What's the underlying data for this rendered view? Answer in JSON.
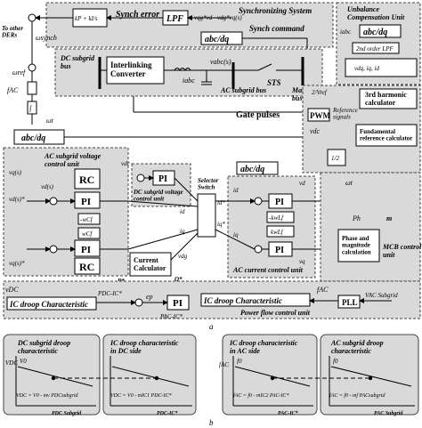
{
  "top_sections": {
    "synchronizing_system": "Synchronizing System",
    "unbalance_unit": "Unbalance\nCompensation Unit",
    "synch_error": "Synch error",
    "synch_command": "Synch command",
    "to_other_ders": "To other\nDERs",
    "omega_synch": "ωsynch",
    "omega_ref": "ωref",
    "omega_t": "ωt",
    "f_ac": "fAC",
    "pi_gain": "kP + kI/s",
    "lpf": "LPF",
    "vq_expr": "vqg*vd - vdg*vq(s)",
    "vdq_label": "vd  vq",
    "vg_label": "vg",
    "abc_dq": "abc/dq",
    "dc_bus": "DC subgrid\nbus",
    "interlinking": "Interlinking\nConverter",
    "vabc": "vabc(s)",
    "iabc": "iabc",
    "sts": "STS",
    "ac_bus": "AC subgrid bus",
    "main_grid": "Main grid\nbus",
    "gate_pulses": "Gate pulses",
    "pwm": "PWM",
    "ref_signals": "Reference\nsignals",
    "vdc": "vdc",
    "harmonic_calc": "3rd harmonic\ncalculator",
    "fundamental": "Fundamental\nreference calculator",
    "unb_abcdq": "abc/dq",
    "second_order_lpf": "2nd order LPF",
    "i_sub_abc": "iabc",
    "unb_formula": "vdq, iq, id",
    "v2_vref": "2/Vref"
  },
  "left_block": {
    "title": "AC subgrid voltage\ncontrol unit",
    "rc": "RC",
    "pi": "PI",
    "wcf": "-wCf",
    "wcf_pos": "wCf",
    "vq_s": "vq(s)",
    "vd_s": "vd(s)",
    "vd_ref": "vd(s)*",
    "vq_ref": "vq(s)*"
  },
  "dc_control": {
    "title": "DC subgrid voltage\ncontrol unit",
    "pi": "PI",
    "vdc": "vdc",
    "vdc_ref": "vdc*"
  },
  "selector": {
    "title": "Selector\nSwitch",
    "id": "id",
    "iq": "iq",
    "id_ref": "id*",
    "iq_ref": "iq*"
  },
  "current_calc": {
    "title": "Current\nCalculator",
    "p": "P*",
    "q": "Q*",
    "vdg": "vdg"
  },
  "ac_current": {
    "title": "AC current control unit",
    "abc_dq": "abc/dq",
    "pi": "PI",
    "kwlf_neg": "-kwLf",
    "kwlf_pos": "kwLf",
    "vd": "vd",
    "vq": "vq",
    "id": "id",
    "iq": "iq"
  },
  "mcb": {
    "title": "MCB control\nunit",
    "phase_mag": "Phase and\nmagnitude\ncalculation",
    "ph": "Ph",
    "m": "m",
    "omega_t": "ωt"
  },
  "flow": {
    "vdc": "vDC",
    "ic_droop_left": "IC droop Characteristic",
    "pdc_ic": "PDC-IC*",
    "ep": "ep",
    "pi": "PI",
    "ic_droop_right": "IC droop Characteristic",
    "fac": "fAC",
    "vac_subgrid": "VAC Subgrid",
    "pll": "PLL",
    "pac_ic": "PAC-IC*",
    "title": "Power flow control unit"
  },
  "label_a": "a",
  "label_b": "b",
  "droop_panels": [
    {
      "title": "DC subgrid droop\ncharacteristic",
      "ylabel": "VDC",
      "v0": "V0",
      "formula": "VDC = V0 - mv PDCsubgrid",
      "xlabel": "PDC Subgrid"
    },
    {
      "title": "IC droop characteristic\nin DC side",
      "formula": "VDC = V0 - mIC1 PDC-IC*",
      "xlabel": "PDC-IC*"
    },
    {
      "title": "IC droop characteristic\nin AC side",
      "ylabel": "fAC",
      "f0": "f0",
      "formula": "fAC = f0 - mIC2 PAC-IC*",
      "xlabel": "PAC-IC*"
    },
    {
      "title": "AC subgrid droop\ncharacteristic",
      "f0": "f0",
      "formula": "fAC = f0 - mf PACsubgrid",
      "xlabel": "PAC Subgrid"
    }
  ]
}
